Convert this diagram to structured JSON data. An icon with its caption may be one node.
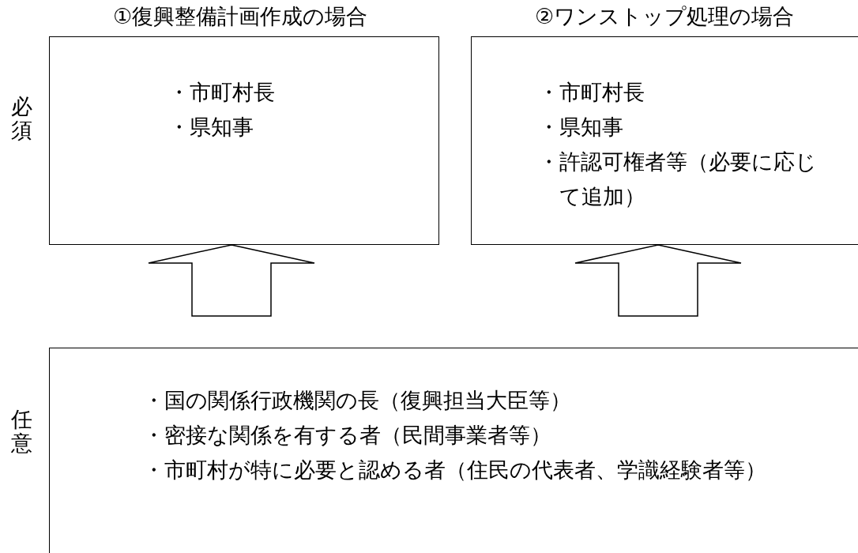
{
  "diagram": {
    "nodes": [
      {
        "text": [
          "①復興整備計画作成の場合",
          "・市町村長",
          "・県知事"
        ]
      },
      {
        "text": [
          "②ワンストップ処理の場合",
          "・市町村長",
          "・県知事",
          "・許認可権者等（必要に応じて追加）"
        ]
      },
      {
        "text": [
          "・国の関係行政機関の長（復興担当大臣等）",
          "・密接な関係を有する者（民間事業者等）",
          "・市町村が特に必要と認める者（住民の代表者、学識経験者等）"
        ]
      }
    ],
    "edges": [
      {
        "from": 2,
        "to": 0,
        "arrow": "to"
      },
      {
        "from": 2,
        "to": 1,
        "arrow": "to"
      }
    ],
    "labels": [
      "必須",
      "任意"
    ]
  }
}
